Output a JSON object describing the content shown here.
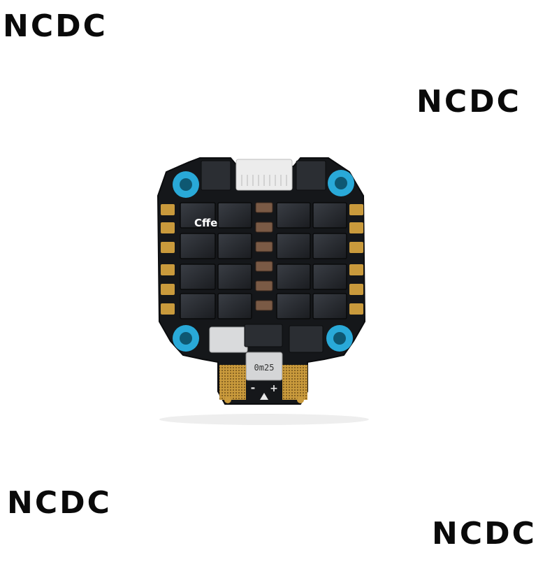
{
  "watermarks": [
    "NCDC",
    "NCDC",
    "NCDC",
    "NCDC"
  ],
  "board": {
    "logo_text": "Cffe",
    "inductor_text": "0m25",
    "polarity_minus": "-",
    "polarity_plus": "+"
  },
  "colors": {
    "background": "#ffffff",
    "pcb": "#15171a",
    "pads": "#c99a3c",
    "mounting_ring": "#29a9d8",
    "mosfet": "#23262b"
  }
}
